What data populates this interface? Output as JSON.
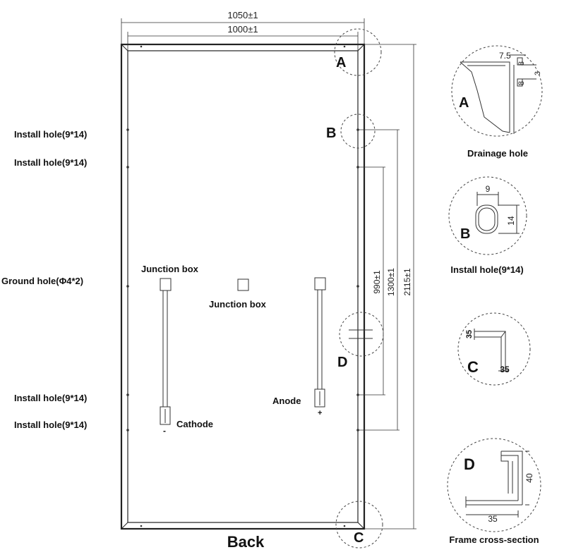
{
  "main_view": {
    "title": "Back",
    "dims": {
      "outer_width": "1050±1",
      "inner_width": "1000±1",
      "length_total": "2115±1",
      "hole_spacing_1300": "1300±1",
      "hole_spacing_990": "990±1"
    },
    "left_labels": {
      "install_hole_1": "Install hole(9*14)",
      "install_hole_2": "Install hole(9*14)",
      "ground_hole": "Ground hole(Φ4*2)",
      "install_hole_3": "Install hole(9*14)",
      "install_hole_4": "Install hole(9*14)"
    },
    "junction_box_label_1": "Junction box",
    "junction_box_label_2": "Junction box",
    "cathode_label": "Cathode",
    "cathode_sign": "-",
    "anode_label": "Anode",
    "anode_sign": "+",
    "callouts": {
      "a": "A",
      "b": "B",
      "c": "C",
      "d": "D"
    }
  },
  "details": {
    "a": {
      "letter": "A",
      "caption": "Drainage hole",
      "dim_75": "7.5",
      "dim_8a": "8",
      "dim_8b": "8",
      "dim_3": "3"
    },
    "b": {
      "letter": "B",
      "caption": "Install hole(9*14)",
      "dim_w": "9",
      "dim_h": "14"
    },
    "c": {
      "letter": "C",
      "dim_top": "35",
      "dim_bottom": "35"
    },
    "d": {
      "letter": "D",
      "caption": "Frame cross-section",
      "dim_h": "40",
      "dim_w": "35"
    }
  }
}
